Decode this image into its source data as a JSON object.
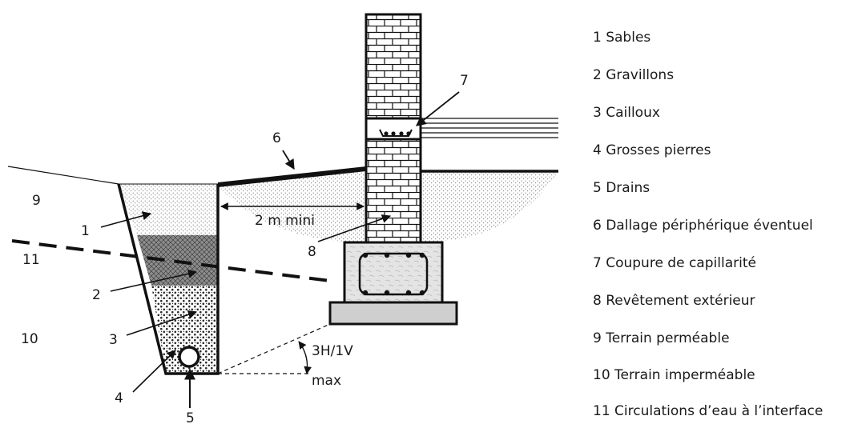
{
  "callouts": {
    "n1": "1",
    "n2": "2",
    "n3": "3",
    "n4": "4",
    "n5": "5",
    "n6": "6",
    "n7": "7",
    "n8": "8",
    "n9": "9",
    "n10": "10",
    "n11": "11"
  },
  "dimension_label": "2 m mini",
  "slope_label": "3H/1V",
  "slope_sublabel": "max",
  "legend": [
    "1 Sables",
    "2 Gravillons",
    "3 Cailloux",
    "4 Grosses pierres",
    "5 Drains",
    "6 Dallage périphérique éventuel",
    "7 Coupure de capillarité",
    "8 Revêtement extérieur",
    "9 Terrain perméable",
    "10 Terrain imperméable",
    "11 Circulations d’eau à l’interface"
  ]
}
